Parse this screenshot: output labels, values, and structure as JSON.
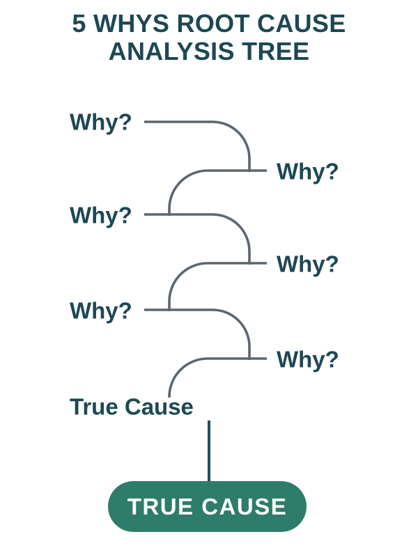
{
  "title": "5 WHYS ROOT CAUSE ANALYSIS TREE",
  "tree": {
    "why_labels": [
      "Why?",
      "Why?",
      "Why?",
      "Why?",
      "Why?",
      "Why?"
    ],
    "true_cause_label": "True Cause"
  },
  "result_button": {
    "label": "TRUE CAUSE"
  },
  "colors": {
    "title_text": "#1C4853",
    "connector_line": "#5C6670",
    "drop_line": "#1D4E57",
    "button_bg": "#2E7C6A",
    "button_text": "#FFFFFF",
    "background": "#FFFFFF"
  }
}
